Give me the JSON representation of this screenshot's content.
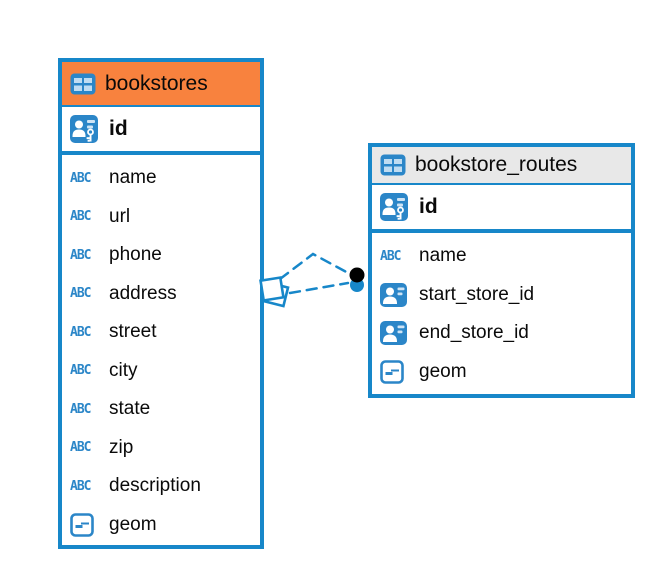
{
  "colors": {
    "accent_blue": "#1787C9",
    "bookstores_header_bg": "#F8823E",
    "routes_header_bg": "#E8E8E8",
    "connector_line": "#1787C9",
    "endpoint_dot_black": "#000000",
    "endpoint_dot_blue": "#1787C9",
    "text": "#0A0A0A"
  },
  "tables": [
    {
      "title": "bookstores",
      "title_icon": "table-icon",
      "primary_columns": [
        {
          "label": "id",
          "icon": "primary-key-icon"
        }
      ],
      "columns": [
        {
          "label": "name",
          "icon": "text-type-icon"
        },
        {
          "label": "url",
          "icon": "text-type-icon"
        },
        {
          "label": "phone",
          "icon": "text-type-icon"
        },
        {
          "label": "address",
          "icon": "text-type-icon"
        },
        {
          "label": "street",
          "icon": "text-type-icon"
        },
        {
          "label": "city",
          "icon": "text-type-icon"
        },
        {
          "label": "state",
          "icon": "text-type-icon"
        },
        {
          "label": "zip",
          "icon": "text-type-icon"
        },
        {
          "label": "description",
          "icon": "text-type-icon"
        },
        {
          "label": "geom",
          "icon": "geometry-type-icon"
        }
      ]
    },
    {
      "title": "bookstore_routes",
      "title_icon": "table-icon",
      "primary_columns": [
        {
          "label": "id",
          "icon": "primary-key-icon"
        }
      ],
      "columns": [
        {
          "label": "name",
          "icon": "text-type-icon"
        },
        {
          "label": "start_store_id",
          "icon": "reference-icon"
        },
        {
          "label": "end_store_id",
          "icon": "reference-icon"
        },
        {
          "label": "geom",
          "icon": "geometry-type-icon"
        }
      ]
    }
  ],
  "relationship": {
    "from_table": "bookstores",
    "to_table": "bookstore_routes",
    "style": "dashed",
    "link_count": 2
  }
}
